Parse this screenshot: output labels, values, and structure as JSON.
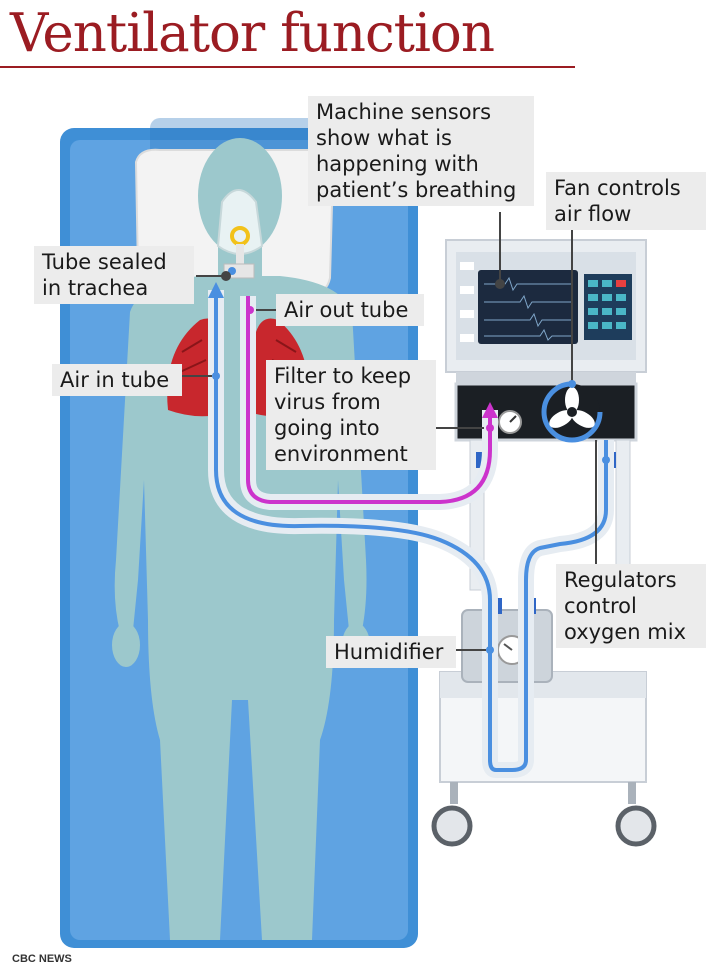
{
  "title": "Ventilator function",
  "labels": {
    "sensors": "Machine sensors show what is happening with patient’s breathing",
    "fan": "Fan controls air flow",
    "tube_sealed": "Tube sealed in trachea",
    "air_out": "Air out tube",
    "air_in": "Air in tube",
    "filter": "Filter to keep virus from going into environment",
    "regulators": "Regulators control oxygen mix",
    "humidifier": "Humidifier"
  },
  "credit": "CBC NEWS",
  "colors": {
    "title": "#9b1c22",
    "air_in_flow": "#4a8fe0",
    "air_out_flow": "#cc33cc",
    "body": "#9cc8cc",
    "bed": "#3f8fd6",
    "lungs": "#c8272d",
    "machine": "#e9edf1",
    "screen": "#1c2a3f"
  },
  "icons": [
    "fan-icon",
    "pressure-gauge-icon",
    "humidifier-dial-icon",
    "wheel-icon"
  ]
}
